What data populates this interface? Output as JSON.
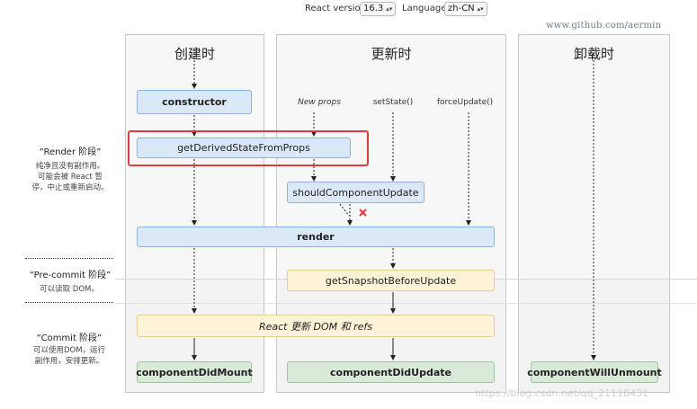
{
  "controls": {
    "react_version_label": "React version",
    "react_version_value": "16.3",
    "language_label": "Language",
    "language_value": "zh-CN"
  },
  "watermark_top": "www.github.com/aermin",
  "watermark_bottom": "https://blog.csdn.net/qq_21118431",
  "lanes": {
    "mount": "创建时",
    "update": "更新时",
    "unmount": "卸载时"
  },
  "triggers": {
    "new_props": "New props",
    "set_state": "setState()",
    "force_update": "forceUpdate()"
  },
  "nodes": {
    "constructor": "constructor",
    "get_derived_state": "getDerivedStateFromProps",
    "should_update": "shouldComponentUpdate",
    "render": "render",
    "get_snapshot": "getSnapshotBeforeUpdate",
    "update_dom": "React 更新 DOM 和 refs",
    "did_mount": "componentDidMount",
    "did_update": "componentDidUpdate",
    "will_unmount": "componentWillUnmount"
  },
  "phases": {
    "render_title": "“Render 阶段”",
    "render_desc_1": "纯净且没有副作用。",
    "render_desc_2": "可能会被 React 暂",
    "render_desc_3": "停，中止或重新启动。",
    "precommit_title": "“Pre-commit 阶段”",
    "precommit_desc": "可以读取 DOM。",
    "commit_title": "“Commit 阶段”",
    "commit_desc_1": "可以使用DOM，运行",
    "commit_desc_2": "副作用，安排更新。"
  },
  "colors": {
    "render_node": "#dbe8f8",
    "commit_node": "#fdf3d6",
    "lifecycle_end_node": "#d9ebd8",
    "highlight": "#e23b3b",
    "cancel_mark": "#e23b3b"
  }
}
